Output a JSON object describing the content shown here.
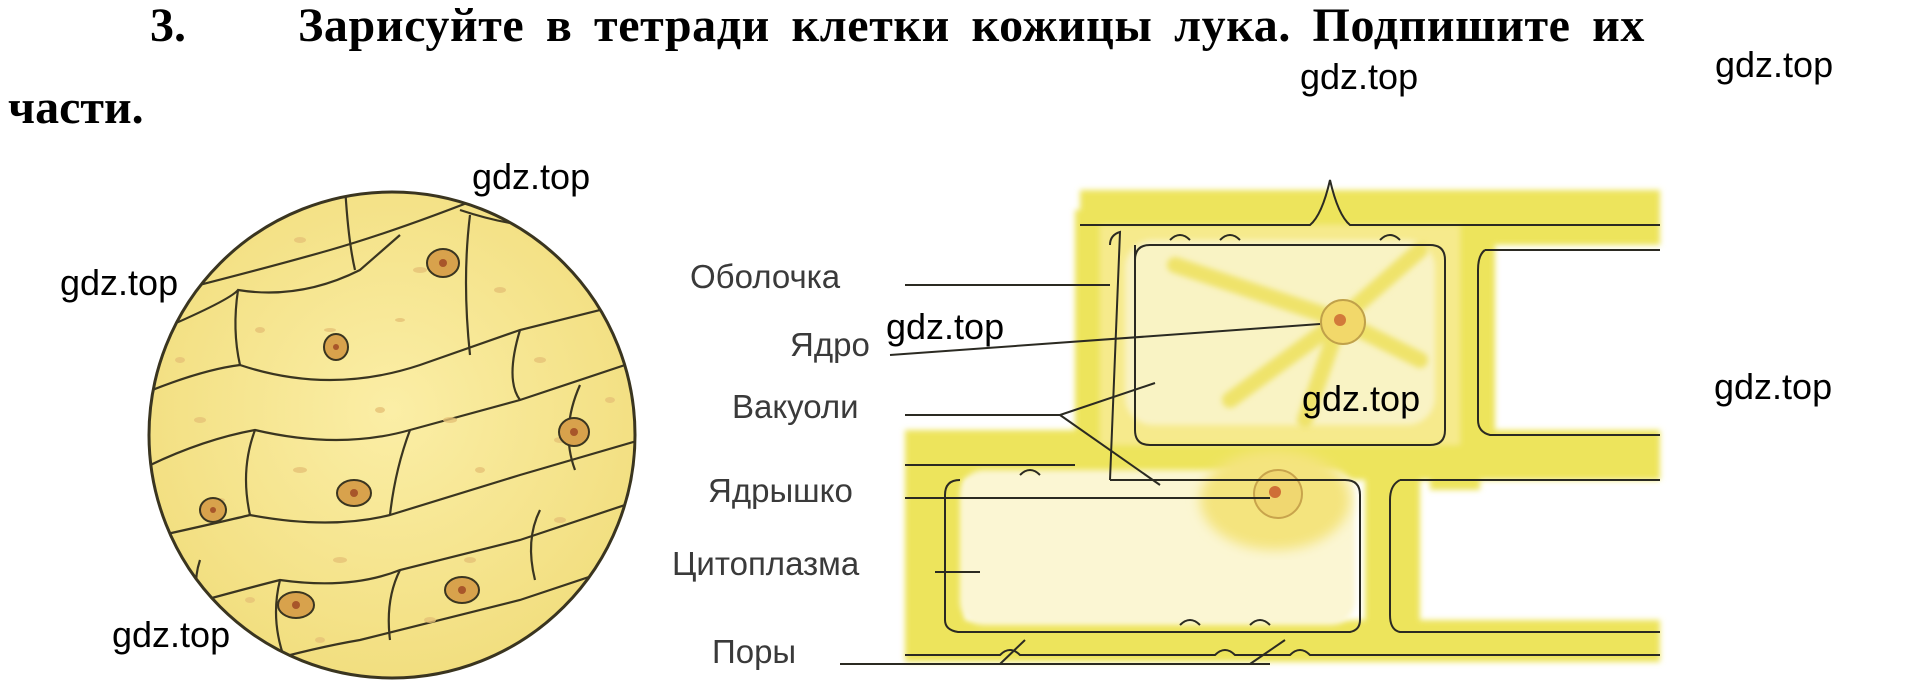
{
  "task": {
    "number": "3.",
    "line1": "Зарисуйте в тетради клетки кожицы лука. Подпишите их",
    "line2": "части."
  },
  "watermarks": [
    "gdz.top",
    "gdz.top",
    "gdz.top",
    "gdz.top",
    "gdz.top",
    "gdz.top",
    "gdz.top",
    "gdz.top"
  ],
  "labels": {
    "membrane": "Оболочка",
    "nucleus": "Ядро",
    "vacuoles": "Вакуоли",
    "nucleolus": "Ядрышко",
    "cytoplasm": "Цитоплазма",
    "pores": "Поры"
  },
  "colors": {
    "cell_fill": "#f6e89a",
    "cell_wall": "#ece25a",
    "outline": "#3a3520",
    "nucleus": "#d8a24c",
    "nucleolus": "#c0622c",
    "label_text": "#3a3a3a"
  }
}
